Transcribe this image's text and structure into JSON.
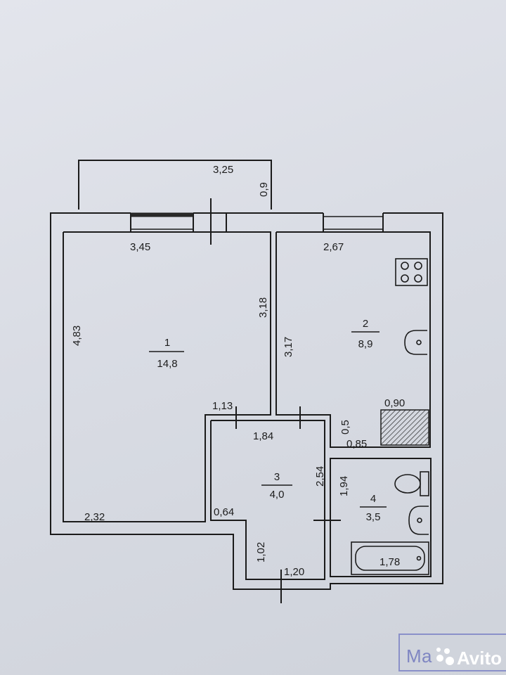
{
  "plan": {
    "rooms": [
      {
        "number": "1",
        "area": "14,8"
      },
      {
        "number": "2",
        "area": "8,9"
      },
      {
        "number": "3",
        "area": "4,0"
      },
      {
        "number": "4",
        "area": "3,5"
      }
    ],
    "balcony": {
      "length": "3,25",
      "depth": "0,9"
    },
    "dimensions": {
      "room1_top": "3,45",
      "room1_left": "4,83",
      "room1_right": "3,18",
      "room1_bottom": "2,32",
      "room1_notch": "1,13",
      "room2_top": "2,67",
      "room2_left": "3,17",
      "room2_niche_width": "0,90",
      "room2_niche_depth": "0,5",
      "room2_niche_offset": "0,85",
      "hall_top": "1,84",
      "hall_right": "2,54",
      "hall_left_offset": "0,64",
      "hall_lower_left": "1,02",
      "hall_entry": "1,20",
      "bath_height": "1,94",
      "bathtub_length": "1,78"
    }
  },
  "watermark": {
    "text": "Ма",
    "brand": "Avito"
  }
}
